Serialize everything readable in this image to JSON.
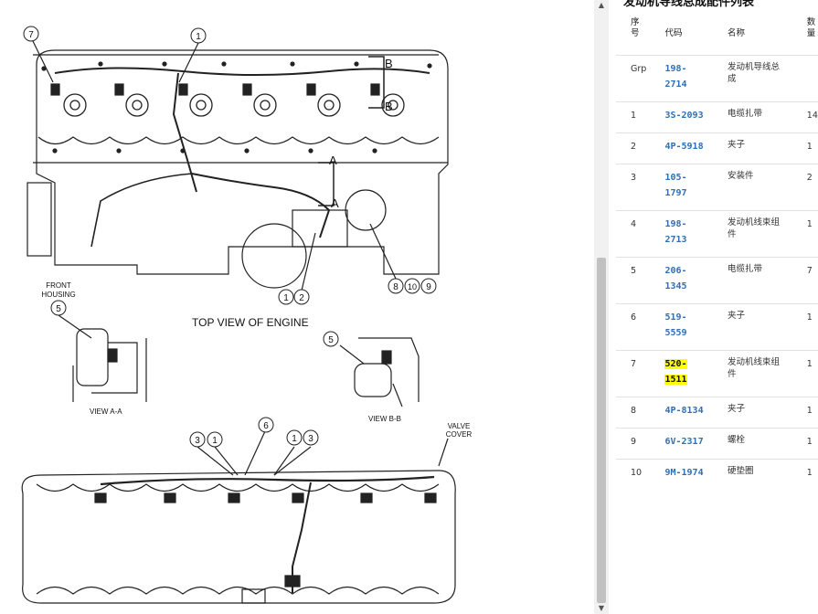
{
  "diagram": {
    "top_view_label": "TOP VIEW OF ENGINE",
    "front_housing": [
      "FRONT",
      "HOUSING"
    ],
    "view_aa": "VIEW A-A",
    "view_bb": "VIEW B-B",
    "valve_cover": [
      "VALVE",
      "COVER"
    ],
    "section_a": "A",
    "section_b": "B",
    "callouts": {
      "c7": "7",
      "c1_top": "1",
      "c1_mid": "1",
      "c2_mid": "2",
      "c8": "8",
      "c10": "10",
      "c9": "9",
      "c5_left": "5",
      "c5_right": "5",
      "c3_left": "3",
      "c1_left": "1",
      "c6": "6",
      "c1_right": "1",
      "c3_right": "3"
    }
  },
  "parts": {
    "title": "发动机导线总成配件列表",
    "headers": {
      "seq": [
        "序",
        "号"
      ],
      "code": "代码",
      "name": "名称",
      "qty": [
        "数",
        "量"
      ]
    },
    "rows": [
      {
        "seq": "Grp",
        "code": [
          "198-",
          "2714"
        ],
        "name": [
          "发动机导线总",
          "成"
        ],
        "qty": ""
      },
      {
        "seq": "1",
        "code": [
          "3S-2093"
        ],
        "name": [
          "电缆扎带"
        ],
        "qty": "14"
      },
      {
        "seq": "2",
        "code": [
          "4P-5918"
        ],
        "name": [
          "夹子"
        ],
        "qty": "1"
      },
      {
        "seq": "3",
        "code": [
          "105-",
          "1797"
        ],
        "name": [
          "安装件"
        ],
        "qty": "2"
      },
      {
        "seq": "4",
        "code": [
          "198-",
          "2713"
        ],
        "name": [
          "发动机线束组",
          "件"
        ],
        "qty": "1"
      },
      {
        "seq": "5",
        "code": [
          "206-",
          "1345"
        ],
        "name": [
          "电缆扎带"
        ],
        "qty": "7"
      },
      {
        "seq": "6",
        "code": [
          "519-",
          "5559"
        ],
        "name": [
          "夹子"
        ],
        "qty": "1"
      },
      {
        "seq": "7",
        "code": [
          "520-",
          "1511"
        ],
        "name": [
          "发动机线束组",
          "件"
        ],
        "qty": "1",
        "highlight": true
      },
      {
        "seq": "8",
        "code": [
          "4P-8134"
        ],
        "name": [
          "夹子"
        ],
        "qty": "1"
      },
      {
        "seq": "9",
        "code": [
          "6V-2317"
        ],
        "name": [
          "螺栓"
        ],
        "qty": "1"
      },
      {
        "seq": "10",
        "code": [
          "9M-1974"
        ],
        "name": [
          "硬垫圈"
        ],
        "qty": "1"
      }
    ]
  },
  "colors": {
    "link": "#2f6fb5",
    "highlight": "#ffff00",
    "line": "#222222"
  }
}
